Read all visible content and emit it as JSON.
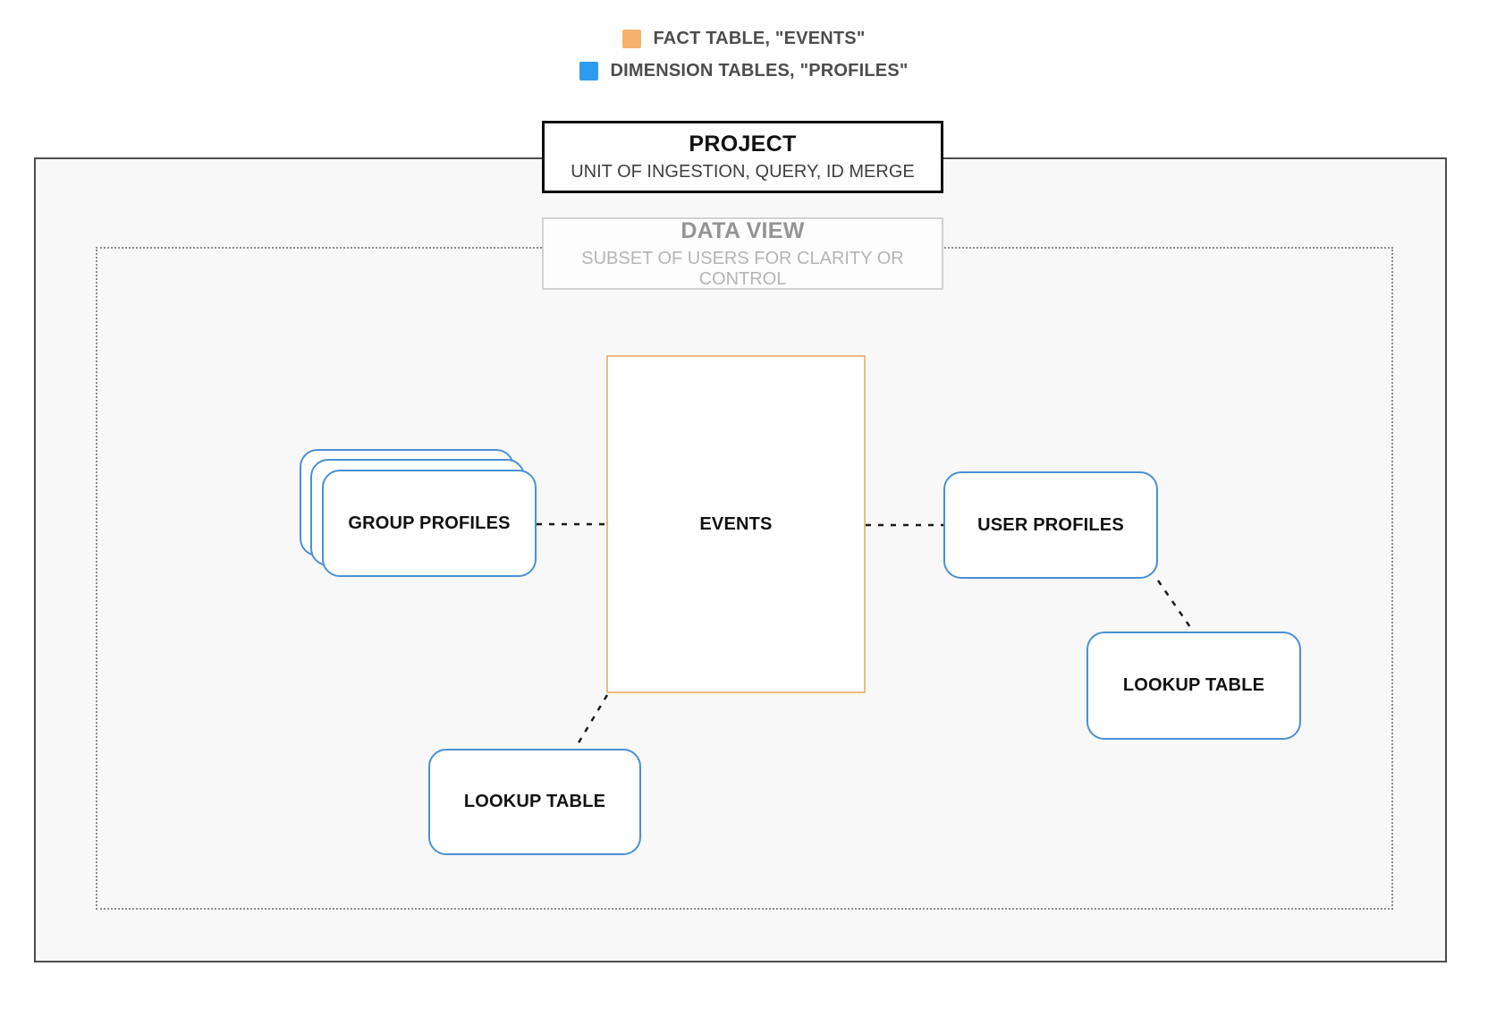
{
  "legend": {
    "items": [
      {
        "id": "fact",
        "label": "FACT TABLE, \"EVENTS\"",
        "swatch_color": "#F6B26B"
      },
      {
        "id": "dimension",
        "label": "DIMENSION TABLES, \"PROFILES\"",
        "swatch_color": "#2E9BF0"
      }
    ]
  },
  "project": {
    "title": "PROJECT",
    "subtitle": "UNIT OF INGESTION, QUERY, ID MERGE"
  },
  "data_view": {
    "title": "DATA VIEW",
    "subtitle": "SUBSET OF USERS FOR CLARITY OR CONTROL"
  },
  "nodes": {
    "events": {
      "label": "EVENTS",
      "type": "fact"
    },
    "group_profiles": {
      "label": "GROUP PROFILES",
      "type": "dimension",
      "stacked": true
    },
    "user_profiles": {
      "label": "USER PROFILES",
      "type": "dimension"
    },
    "lookup_right": {
      "label": "LOOKUP TABLE",
      "type": "dimension"
    },
    "lookup_bottom": {
      "label": "LOOKUP TABLE",
      "type": "dimension"
    }
  },
  "connections": [
    {
      "from": "group_profiles",
      "to": "events",
      "style": "dashed"
    },
    {
      "from": "events",
      "to": "user_profiles",
      "style": "dashed"
    },
    {
      "from": "user_profiles",
      "to": "lookup_right",
      "style": "dashed"
    },
    {
      "from": "events",
      "to": "lookup_bottom",
      "style": "dashed"
    }
  ],
  "colors": {
    "fact_accent": "#F6B26B",
    "dimension_accent": "#2E9BF0",
    "events_border": "#EABC80",
    "profile_border": "#4A90D2",
    "project_border": "#0D0D0D",
    "boundary_border": "#4D4D4D",
    "dotted_border": "#8C8C8C",
    "canvas_fill": "#F8F8F8",
    "connector_color": "#1A1A1A"
  }
}
